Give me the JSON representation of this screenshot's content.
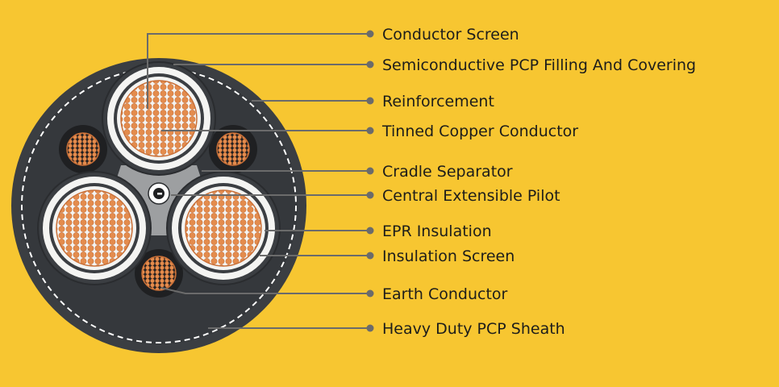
{
  "diagram": {
    "labels": [
      "Conductor Screen",
      "Semiconductive PCP Filling And Covering",
      "Reinforcement",
      "Tinned Copper Conductor",
      "Cradle Separator",
      "Central Extensible Pilot",
      "EPR Insulation",
      "Insulation Screen",
      "Earth Conductor",
      "Heavy Duty PCP Sheath"
    ]
  },
  "colors": {
    "background": "#f7c631",
    "sheath": "#3b3e42",
    "sheath_dark": "#232527",
    "copper": "#e0894a",
    "insulation": "#f4f4f2",
    "separator": "#9d9fa1",
    "leader": "#6b6b6b"
  }
}
